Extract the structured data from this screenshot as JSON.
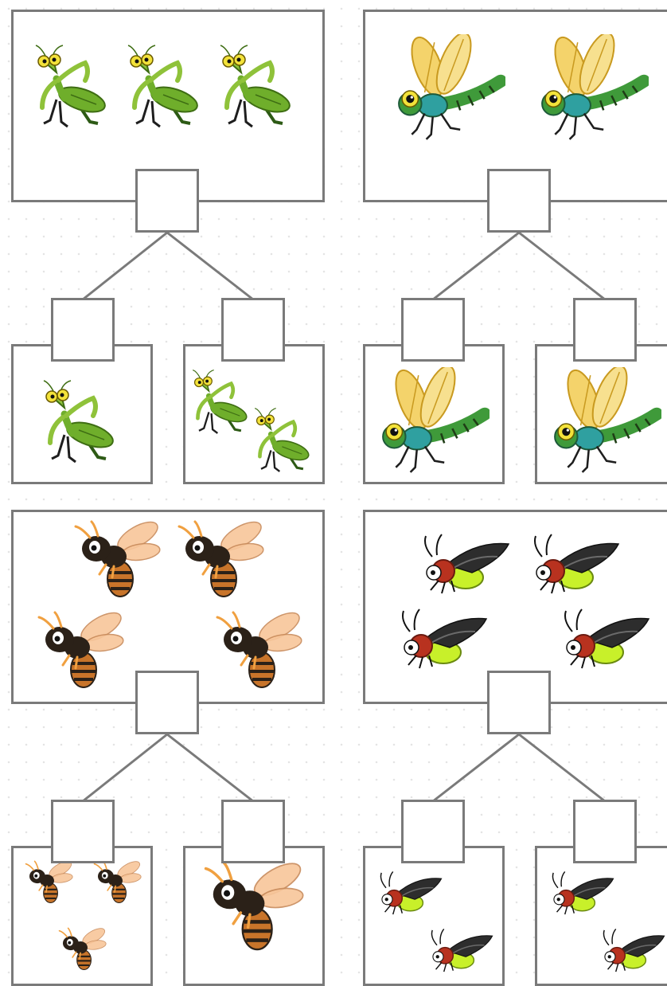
{
  "problems": [
    {
      "name": "mantis",
      "icon": "mantis-icon",
      "whole": {
        "count": 3,
        "answer": ""
      },
      "parts": [
        {
          "count": 1,
          "answer": ""
        },
        {
          "count": 2,
          "answer": ""
        }
      ]
    },
    {
      "name": "dragonfly",
      "icon": "dragonfly-icon",
      "whole": {
        "count": 2,
        "answer": ""
      },
      "parts": [
        {
          "count": 1,
          "answer": ""
        },
        {
          "count": 1,
          "answer": ""
        }
      ]
    },
    {
      "name": "wasp",
      "icon": "wasp-icon",
      "whole": {
        "count": 4,
        "answer": ""
      },
      "parts": [
        {
          "count": 3,
          "answer": ""
        },
        {
          "count": 1,
          "answer": ""
        }
      ]
    },
    {
      "name": "firefly",
      "icon": "firefly-icon",
      "whole": {
        "count": 4,
        "answer": ""
      },
      "parts": [
        {
          "count": 2,
          "answer": ""
        },
        {
          "count": 2,
          "answer": ""
        }
      ]
    }
  ],
  "colors": {
    "box_border": "#7a7a7a",
    "mantis_green": "#6fae2b",
    "dragonfly_wing": "#f4d36b",
    "dragonfly_body": "#3f9a3a",
    "wasp_body": "#2b2118",
    "wasp_stripe": "#c8742a",
    "firefly_wing": "#2d2d2d",
    "firefly_head": "#b8321f",
    "firefly_glow": "#c8f02a"
  }
}
